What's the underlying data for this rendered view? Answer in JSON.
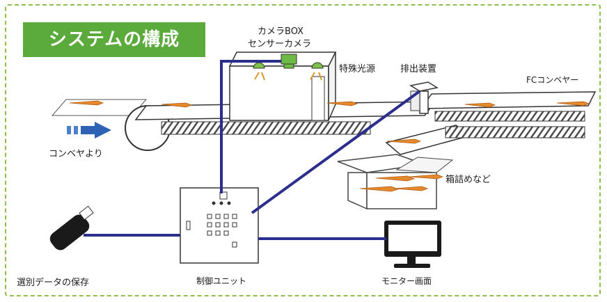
{
  "title": "システムの構成",
  "labels": {
    "camera_box": "カメラBOX",
    "sensor_camera": "センサーカメラ",
    "special_light": "特殊光源",
    "ejector": "排出装置",
    "fc_conveyor": "FCコンベヤー",
    "from_conveyor": "コンベヤより",
    "boxing": "箱詰めなど",
    "data_storage": "選別データの保存",
    "control_unit": "制御ユニット",
    "monitor_screen": "モニター画面"
  },
  "colors": {
    "frame": "#8fbf4a",
    "title_bg": "#5aaa3c",
    "wire": "#2c2e8e",
    "arrow": "#3d6fbf",
    "carrot": "#e58a2c",
    "carrot_leaf": "#7fa84a",
    "lamp": "#7cc24a"
  }
}
